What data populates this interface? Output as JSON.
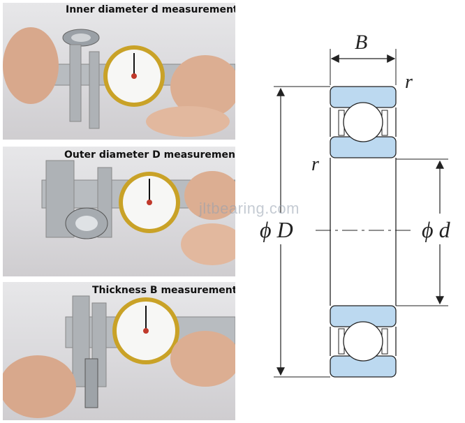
{
  "panels": [
    {
      "caption": "Inner diameter d measurement"
    },
    {
      "caption": "Outer diameter D measurement"
    },
    {
      "caption": "Thickness B measurement"
    }
  ],
  "diagram": {
    "label_B": "B",
    "label_r_top": "r",
    "label_r_left": "r",
    "label_D": "ϕ D",
    "label_d": "ϕ d"
  },
  "watermark": "jltbearing.com",
  "colors": {
    "bearing_fill": "#bcd9f0",
    "line": "#222222",
    "dial_gold": "#c9a227"
  }
}
